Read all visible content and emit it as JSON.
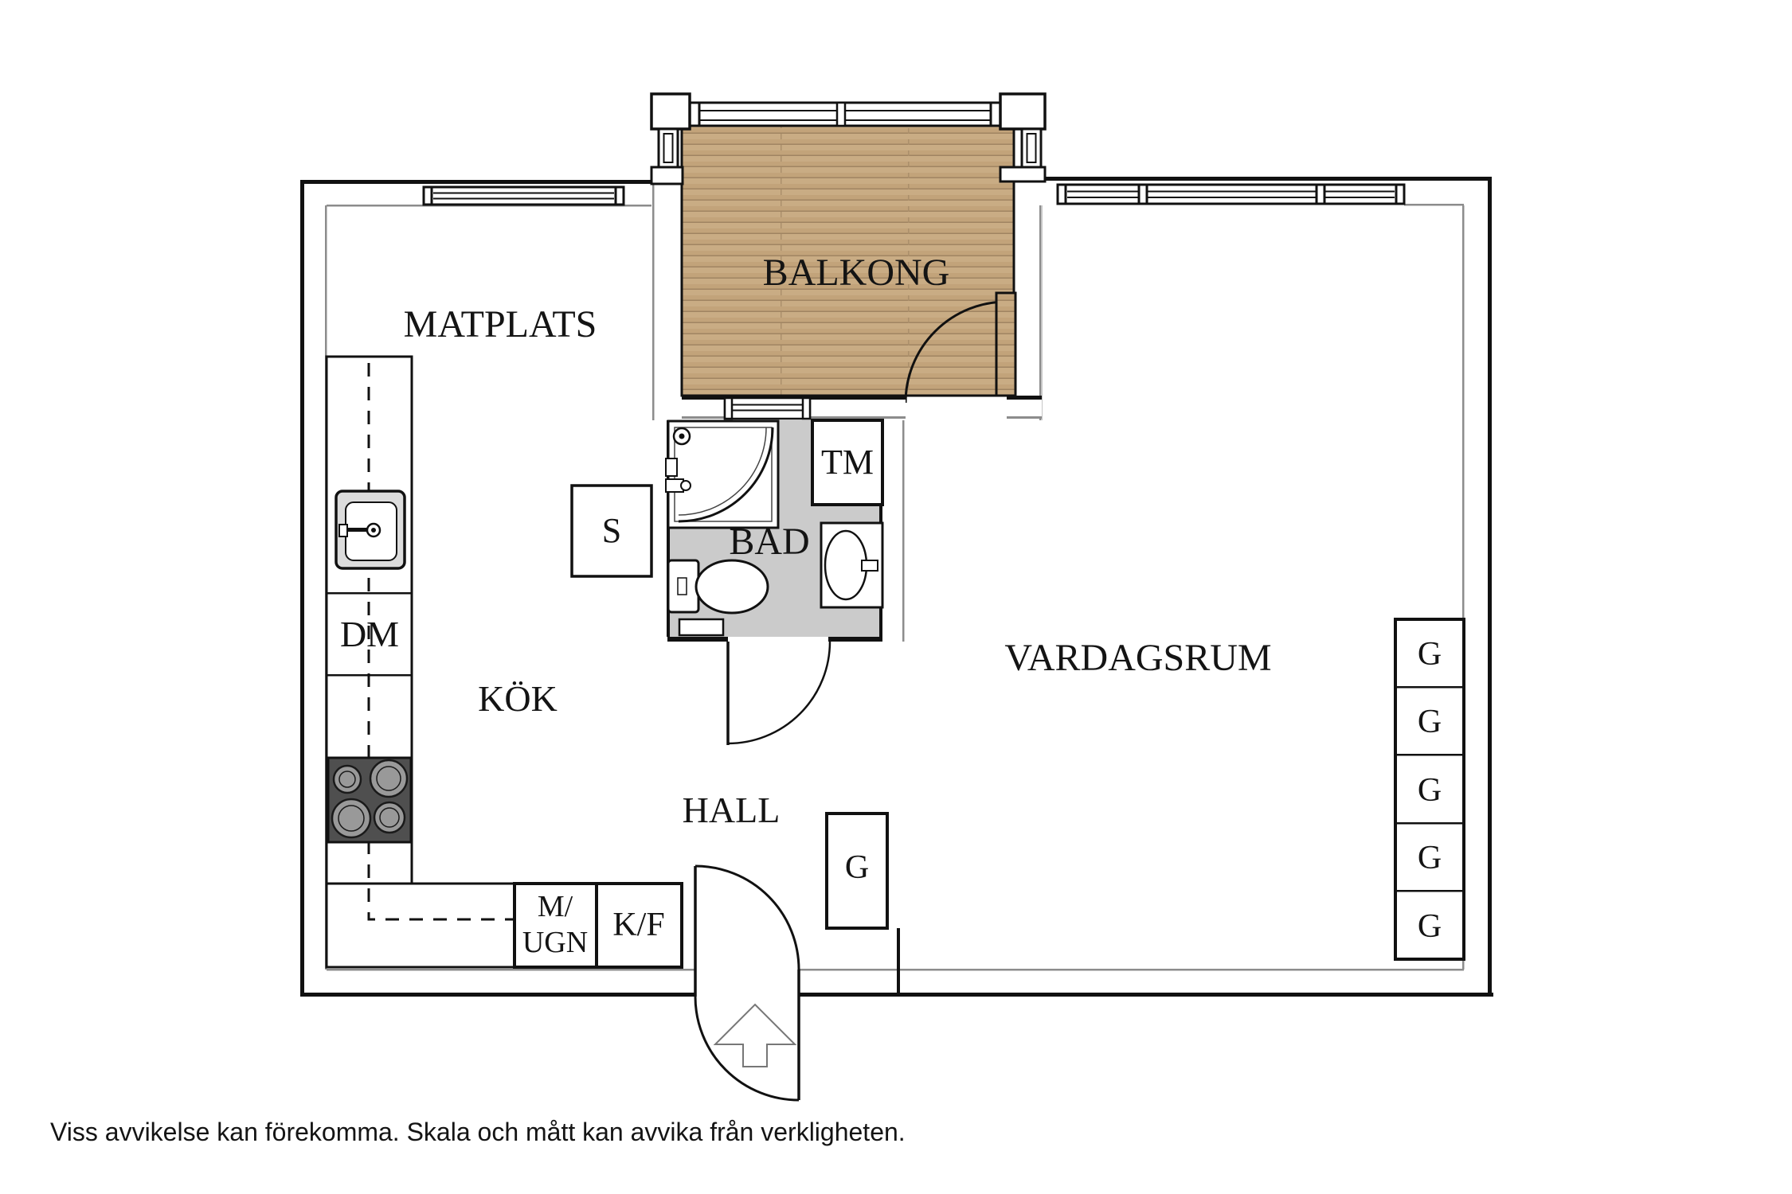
{
  "plan": {
    "rooms": {
      "balcony": "BALKONG",
      "dining": "MATPLATS",
      "kitchen": "KÖK",
      "bath": "BAD",
      "hall": "HALL",
      "living": "VARDAGSRUM"
    },
    "fixtures": {
      "dishwasher": "DM",
      "washing_machine": "TM",
      "cleaning_closet": "S",
      "hall_wardrobe": "G",
      "micro_oven_line1": "M/",
      "micro_oven_line2": "UGN",
      "fridge_freezer": "K/F"
    },
    "wardrobes": [
      "G",
      "G",
      "G",
      "G",
      "G"
    ]
  },
  "footer": {
    "disclaimer": "Viss avvikelse kan förekomma. Skala och mått kan avvika från verkligheten."
  },
  "colors": {
    "wall": "#111111",
    "inner_line": "#8c8c8c",
    "wood_deck": "#c9ac84",
    "bath_floor": "#cbcbcb",
    "stove": "#4f4f4f"
  }
}
